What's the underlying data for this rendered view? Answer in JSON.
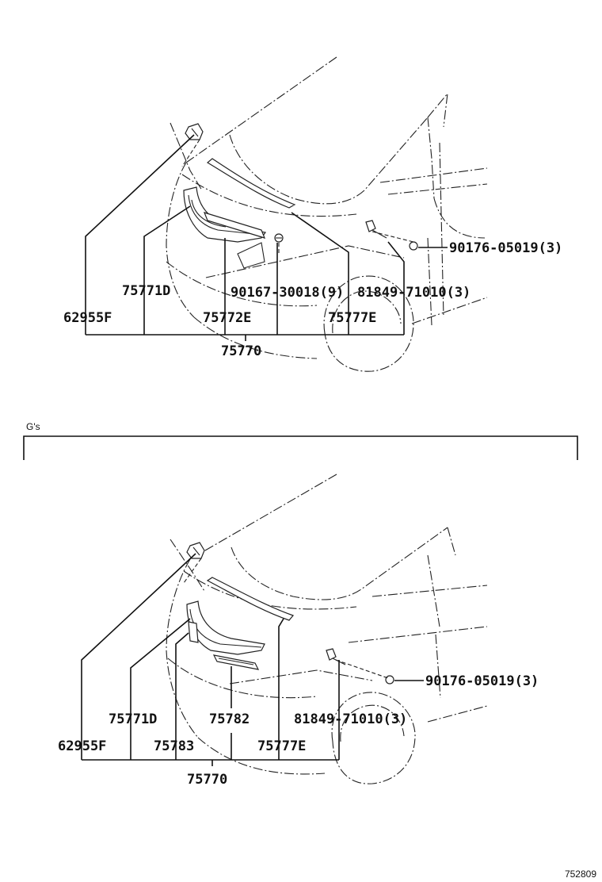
{
  "diagram": {
    "figure_id": "752809",
    "variant_label": "G's",
    "upper": {
      "labels": {
        "p90176": "90176-05019(3)",
        "p75771D": "75771D",
        "p90167": "90167-30018(9)",
        "p81849": "81849-71010(3)",
        "p62955F": "62955F",
        "p75772E": "75772E",
        "p75777E": "75777E",
        "p75770": "75770"
      }
    },
    "lower": {
      "labels": {
        "p90176": "90176-05019(3)",
        "p75771D": "75771D",
        "p75782": "75782",
        "p81849": "81849-71010(3)",
        "p62955F": "62955F",
        "p75783": "75783",
        "p75777E": "75777E",
        "p75770": "75770"
      }
    }
  }
}
